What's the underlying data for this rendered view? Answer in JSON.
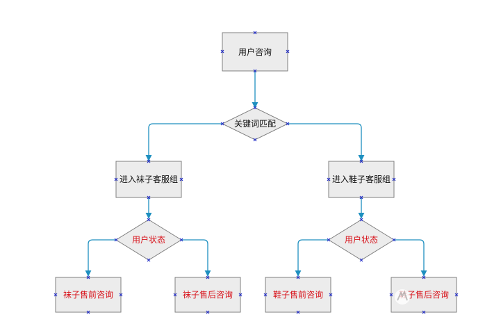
{
  "nodes": {
    "user_consult": "用户咨询",
    "keyword_match": "关键词匹配",
    "sock_group": "进入袜子客服组",
    "shoe_group": "进入鞋子客服组",
    "left_status": "用户状态",
    "right_status": "用户状态",
    "sock_presale": "袜子售前咨询",
    "sock_aftersale": "袜子售后咨询",
    "shoe_presale": "鞋子售前咨询",
    "shoe_aftersale": "鞋子售后咨询"
  },
  "colors": {
    "node_fill": "#ececec",
    "node_border": "#7f7f7f",
    "connector": "#1d8fbf",
    "handle": "#2a35c9",
    "red_text": "#d8121a"
  }
}
